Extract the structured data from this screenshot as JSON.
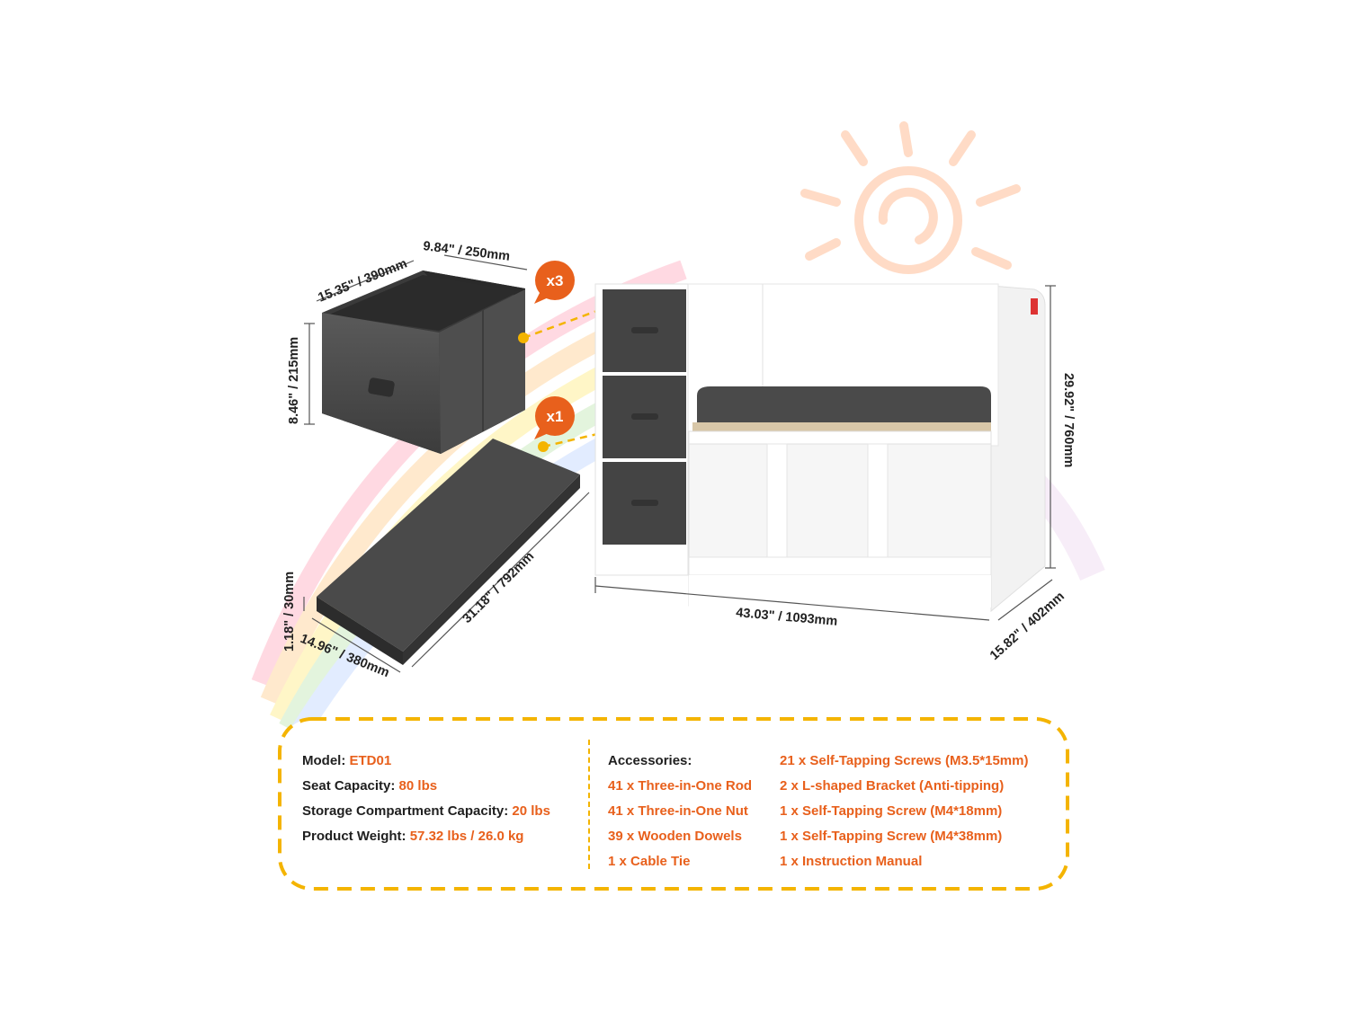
{
  "badges": {
    "bins_qty": "x3",
    "cushion_qty": "x1"
  },
  "dimensions": {
    "bin_length": "15.35\" / 390mm",
    "bin_width": "9.84\" / 250mm",
    "bin_height": "8.46\" / 215mm",
    "cushion_thickness": "1.18\" / 30mm",
    "cushion_depth": "14.96\" / 380mm",
    "cushion_length": "31.18\" / 792mm",
    "bench_width": "43.03\" / 1093mm",
    "bench_depth": "15.82\" / 402mm",
    "bench_height": "29.92\" / 760mm"
  },
  "specs": {
    "model_label": "Model:",
    "model_value": "ETD01",
    "seat_label": "Seat Capacity:",
    "seat_value": "80 lbs",
    "storage_label": "Storage Compartment Capacity:",
    "storage_value": "20 lbs",
    "weight_label": "Product Weight:",
    "weight_value": "57.32 lbs / 26.0 kg"
  },
  "accessories": {
    "heading": "Accessories:",
    "left": [
      "41 x Three-in-One Rod",
      "41 x Three-in-One Nut",
      "39 x Wooden Dowels",
      "1 x Cable Tie"
    ],
    "right": [
      "21 x Self-Tapping Screws (M3.5*15mm)",
      "2 x L-shaped Bracket (Anti-tipping)",
      "1 x Self-Tapping Screw (M4*18mm)",
      "1 x Self-Tapping Screw (M4*38mm)",
      "1 x Instruction Manual"
    ]
  },
  "colors": {
    "accent_orange": "#e8601c",
    "border_yellow": "#f4b400",
    "fabric_gray": "#4a4a4a",
    "panel_white": "#ffffff"
  }
}
